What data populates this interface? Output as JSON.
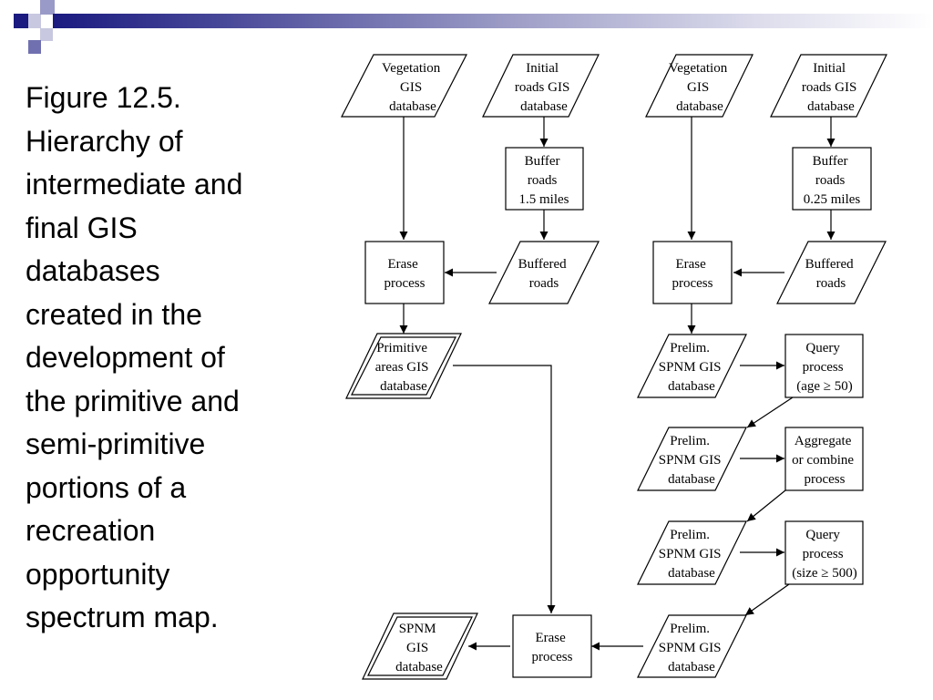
{
  "caption": "Figure 12.5.\nHierarchy of\nintermediate and\nfinal GIS\ndatabases\ncreated in the\ndevelopment of\nthe primitive and\nsemi-primitive\nportions of a\nrecreation\nopportunity\nspectrum map.",
  "colors": {
    "accent_dark": "#1a1a80",
    "accent_mid": "#7070b0",
    "accent_light": "#c0c0dc"
  },
  "nodes": {
    "veg_left": [
      "Vegetation",
      "GIS",
      "database"
    ],
    "roads_left": [
      "Initial",
      "roads GIS",
      "database"
    ],
    "buffer_left": [
      "Buffer",
      "roads",
      "1.5 miles"
    ],
    "buffered_left": [
      "Buffered",
      "roads"
    ],
    "erase_left": [
      "Erase",
      "process"
    ],
    "primitive": [
      "Primitive",
      "areas GIS",
      "database"
    ],
    "veg_right": [
      "Vegetation",
      "GIS",
      "database"
    ],
    "roads_right": [
      "Initial",
      "roads GIS",
      "database"
    ],
    "buffer_right": [
      "Buffer",
      "roads",
      "0.25 miles"
    ],
    "buffered_right": [
      "Buffered",
      "roads"
    ],
    "erase_right": [
      "Erase",
      "process"
    ],
    "prelim1": [
      "Prelim.",
      "SPNM GIS",
      "database"
    ],
    "query_age": [
      "Query",
      "process",
      "(age ≥ 50)"
    ],
    "prelim2": [
      "Prelim.",
      "SPNM GIS",
      "database"
    ],
    "aggregate": [
      "Aggregate",
      "or combine",
      "process"
    ],
    "prelim3": [
      "Prelim.",
      "SPNM GIS",
      "database"
    ],
    "query_size": [
      "Query",
      "process",
      "(size ≥ 500)"
    ],
    "prelim4": [
      "Prelim.",
      "SPNM GIS",
      "database"
    ],
    "erase_bottom": [
      "Erase",
      "process"
    ],
    "spnm": [
      "SPNM",
      "GIS",
      "database"
    ]
  }
}
